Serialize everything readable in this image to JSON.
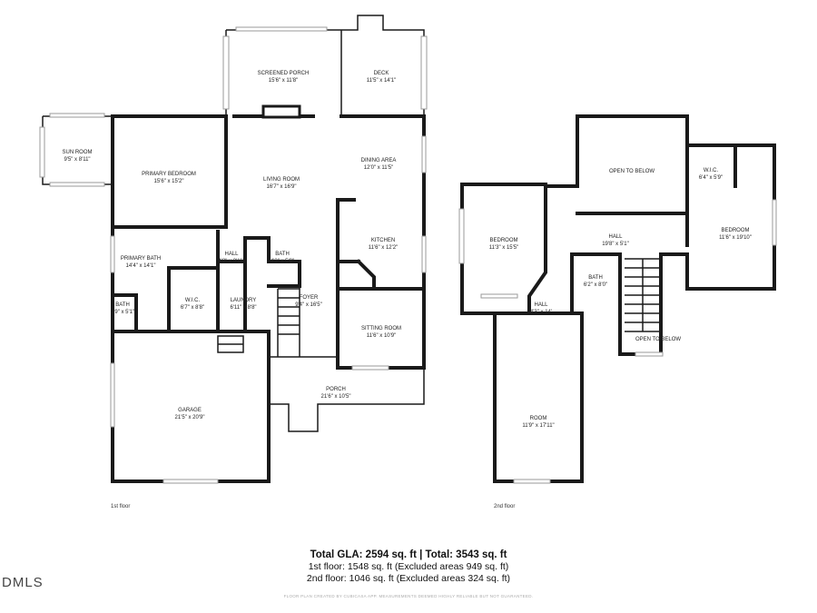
{
  "floors": [
    {
      "label": "1st floor",
      "rooms": [
        {
          "id": "screened-porch",
          "name": "SCREENED PORCH",
          "dim": "15'6\" x 11'8\""
        },
        {
          "id": "deck",
          "name": "DECK",
          "dim": "11'5\" x 14'1\""
        },
        {
          "id": "sun-room",
          "name": "SUN ROOM",
          "dim": "9'5\" x 8'11\""
        },
        {
          "id": "primary-bedroom",
          "name": "PRIMARY BEDROOM",
          "dim": "15'6\" x 15'2\""
        },
        {
          "id": "living-room",
          "name": "LIVING ROOM",
          "dim": "16'7\" x 16'9\""
        },
        {
          "id": "dining-area",
          "name": "DINING AREA",
          "dim": "12'0\" x 11'5\""
        },
        {
          "id": "kitchen",
          "name": "KITCHEN",
          "dim": "11'6\" x 12'2\""
        },
        {
          "id": "hall-1",
          "name": "HALL",
          "dim": "4'2\" x 3'11\""
        },
        {
          "id": "bath-1",
          "name": "BATH",
          "dim": "4'3\" x 5'9\""
        },
        {
          "id": "primary-bath",
          "name": "PRIMARY BATH",
          "dim": "14'4\" x 14'1\""
        },
        {
          "id": "wic-1",
          "name": "W.I.C.",
          "dim": "6'7\" x 8'8\""
        },
        {
          "id": "laundry",
          "name": "LAUNDRY",
          "dim": "6'11\" x 8'8\""
        },
        {
          "id": "bath-2",
          "name": "BATH",
          "dim": "3'9\" x 5'1\""
        },
        {
          "id": "foyer",
          "name": "FOYER",
          "dim": "9'4\" x 16'5\""
        },
        {
          "id": "sitting-room",
          "name": "SITTING ROOM",
          "dim": "11'6\" x 10'9\""
        },
        {
          "id": "porch",
          "name": "PORCH",
          "dim": "21'6\" x 10'5\""
        },
        {
          "id": "garage",
          "name": "GARAGE",
          "dim": "21'5\" x 20'9\""
        }
      ]
    },
    {
      "label": "2nd floor",
      "rooms": [
        {
          "id": "open-to-below-1",
          "name": "OPEN TO BELOW",
          "dim": ""
        },
        {
          "id": "wic-2",
          "name": "W.I.C.",
          "dim": "6'4\" x 5'9\""
        },
        {
          "id": "bedroom-1",
          "name": "BEDROOM",
          "dim": "11'3\" x 15'5\""
        },
        {
          "id": "hall-2",
          "name": "HALL",
          "dim": "19'8\" x 5'1\""
        },
        {
          "id": "bedroom-2",
          "name": "BEDROOM",
          "dim": "11'6\" x 19'10\""
        },
        {
          "id": "bath-3",
          "name": "BATH",
          "dim": "6'2\" x 8'0\""
        },
        {
          "id": "hall-3",
          "name": "HALL",
          "dim": "4'3\" x 14'"
        },
        {
          "id": "open-to-below-2",
          "name": "OPEN TO BELOW",
          "dim": ""
        },
        {
          "id": "room",
          "name": "ROOM",
          "dim": "11'9\" x 17'11\""
        }
      ]
    }
  ],
  "summary": {
    "total": "Total GLA: 2594 sq. ft | Total: 3543 sq. ft",
    "floor1": "1st floor: 1548 sq. ft (Excluded areas 949 sq. ft)",
    "floor2": "2nd floor: 1046 sq. ft (Excluded areas 324 sq. ft)"
  },
  "disclaimer": "FLOOR PLAN CREATED BY CUBICASA APP. MEASUREMENTS DEEMED HIGHLY RELIABLE BUT NOT GUARANTEED.",
  "watermark": "DMLS"
}
